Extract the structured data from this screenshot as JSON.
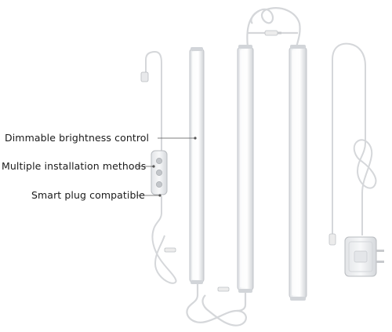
{
  "callouts": {
    "dimmable": "Dimmable brightness control",
    "installation": "Multiple installation methods",
    "smart_plug": "Smart plug compatible"
  },
  "colors": {
    "background": "#ffffff",
    "bar_body": "#f2f3f5",
    "bar_edge": "#c9ccd1",
    "cable": "#d7d9dc",
    "adapter": "#eef0f2",
    "leader_line": "#555555"
  },
  "icons": [
    "light-bar",
    "inline-dimmer-switch",
    "power-adapter",
    "connector-plug"
  ]
}
